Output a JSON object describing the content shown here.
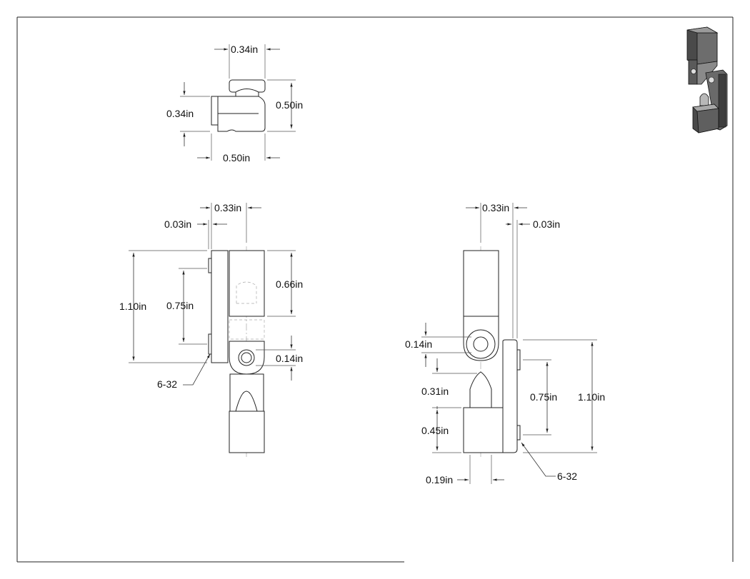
{
  "drawing": {
    "top_view": {
      "width_top": "0.34in",
      "height_left": "0.34in",
      "height_right": "0.50in",
      "width_bottom": "0.50in"
    },
    "front_view": {
      "top_width": "0.33in",
      "plate_thickness": "0.03in",
      "overall_height": "1.10in",
      "hole_spacing": "0.75in",
      "upper_block": "0.66in",
      "pin_hole": "0.14in",
      "thread": "6-32"
    },
    "side_view": {
      "top_width": "0.33in",
      "plate_thickness": "0.03in",
      "pin_hole": "0.14in",
      "pin_length": "0.31in",
      "hole_spacing": "0.75in",
      "overall_height": "1.10in",
      "lower_block": "0.45in",
      "pin_offset": "0.19in",
      "thread": "6-32"
    }
  }
}
